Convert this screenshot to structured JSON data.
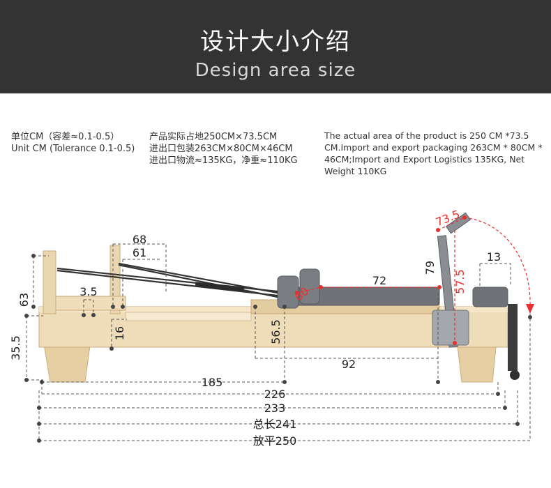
{
  "header": {
    "title_zh": "设计大小介绍",
    "title_en": "Design area size"
  },
  "specs": {
    "unit": "单位CM（容差≈0.1-0.5）\nUnit CM (Tolerance 0.1-0.5)",
    "cn": "产品实际占地250CM×73.5CM\n进出口包装263CM×80CM×46CM\n进出口物流≈135KG，净重≈110KG",
    "en": "The actual area of the product is 250 CM *73.5 CM.Import and export packaging 263CM * 80CM * 46CM;Import and Export Logistics 135KG, Net Weight 110KG"
  },
  "dimensions": {
    "d68": "68",
    "d61": "61",
    "d3_5": "3.5",
    "d63": "63",
    "d35_5": "35.5",
    "d16": "16",
    "d56_5": "56.5",
    "d60": "60",
    "d72": "72",
    "d73_5": "73.5",
    "d79": "79",
    "d57_5": "57.5",
    "d13": "13",
    "d92": "92",
    "d185": "185",
    "d226": "226",
    "d233": "233",
    "d241": "总长241",
    "d250": "放平250"
  },
  "colors": {
    "banner": "#333333",
    "wood": "#ecd9b4",
    "red_dim": "#e8312f",
    "grey_dim": "#555555"
  }
}
